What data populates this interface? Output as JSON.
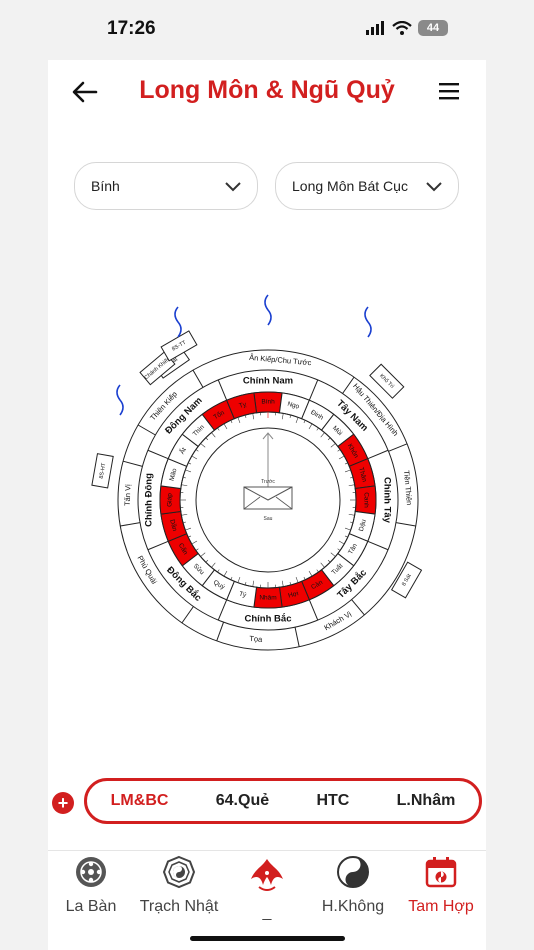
{
  "status": {
    "time": "17:26",
    "battery": "44"
  },
  "header": {
    "title": "Long Môn & Ngũ Quỷ"
  },
  "selects": {
    "stem": "Bính",
    "mode": "Long Môn Bát Cục"
  },
  "compass": {
    "outer_labels": [
      "Ân Kiếp/Chu Tước",
      "Hậu Thiên/Địa Hình",
      "Tiên Thiên",
      "8 Sát",
      "Khách Vị",
      "Tọa",
      "Phù Quái",
      "Tấn Vị",
      "8S-HT",
      "8 Sát",
      "Chánh Khiếu",
      "8S-TT",
      "Thiên Kiếp",
      "Khố Trì"
    ],
    "mountains": [
      "Bính",
      "Ngọ",
      "Đinh",
      "Mùi",
      "Khôn",
      "Thân",
      "Canh",
      "Dậu",
      "Tân",
      "Tuất",
      "Càn",
      "Hợi",
      "Nhâm",
      "Tý",
      "Quý",
      "Sửu",
      "Cấn",
      "Dần",
      "Giáp",
      "Mão",
      "Ất",
      "Thìn",
      "Tốn",
      "Tỵ"
    ],
    "directions": [
      "Chính Nam",
      "Tây Nam",
      "Chính Tây",
      "Tây Bắc",
      "Chính Bắc",
      "Đông Bắc",
      "Chính Đông",
      "Đông Nam"
    ],
    "center_top": "Trước",
    "center_bottom": "Sau",
    "highlight_color": "#ee0000"
  },
  "tabs": [
    "LM&BC",
    "64.Quẻ",
    "HTC",
    "L.Nhâm"
  ],
  "active_tab": "LM&BC",
  "nav": [
    {
      "label": "La Bàn",
      "icon": "compass-icon"
    },
    {
      "label": "Trạch Nhật",
      "icon": "bagua-icon"
    },
    {
      "label": "_",
      "icon": "phoenix-logo-icon"
    },
    {
      "label": "H.Không",
      "icon": "yin-yang-icon"
    },
    {
      "label": "Tam Hợp",
      "icon": "calendar-icon"
    }
  ],
  "accent": "#d21f1f"
}
